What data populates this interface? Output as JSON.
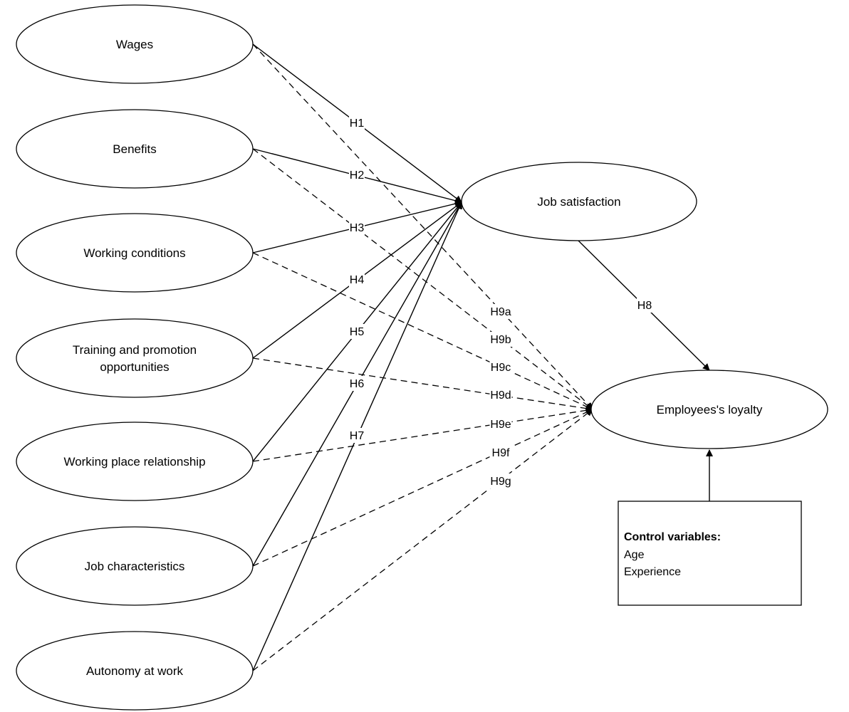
{
  "factors": [
    {
      "key": "wages",
      "label_lines": [
        "Wages"
      ],
      "h": "H1",
      "h9": "H9a"
    },
    {
      "key": "benefits",
      "label_lines": [
        "Benefits"
      ],
      "h": "H2",
      "h9": "H9b"
    },
    {
      "key": "working-conditions",
      "label_lines": [
        "Working conditions"
      ],
      "h": "H3",
      "h9": "H9c"
    },
    {
      "key": "training-promotion",
      "label_lines": [
        "Training and promotion",
        "opportunities"
      ],
      "h": "H4",
      "h9": "H9d"
    },
    {
      "key": "working-place-relationship",
      "label_lines": [
        "Working place relationship"
      ],
      "h": "H5",
      "h9": "H9e"
    },
    {
      "key": "job-characteristics",
      "label_lines": [
        "Job characteristics"
      ],
      "h": "H6",
      "h9": "H9f"
    },
    {
      "key": "autonomy",
      "label_lines": [
        "Autonomy at work"
      ],
      "h": "H7",
      "h9": "H9g"
    }
  ],
  "mediator": {
    "label": "Job satisfaction"
  },
  "outcome": {
    "label": "Employees's loyalty"
  },
  "mediator_to_outcome": {
    "label": "H8"
  },
  "controls": {
    "title": "Control variables:",
    "items": [
      "Age",
      "Experience"
    ]
  },
  "colors": {
    "stroke": "#000000",
    "background": "#ffffff"
  }
}
